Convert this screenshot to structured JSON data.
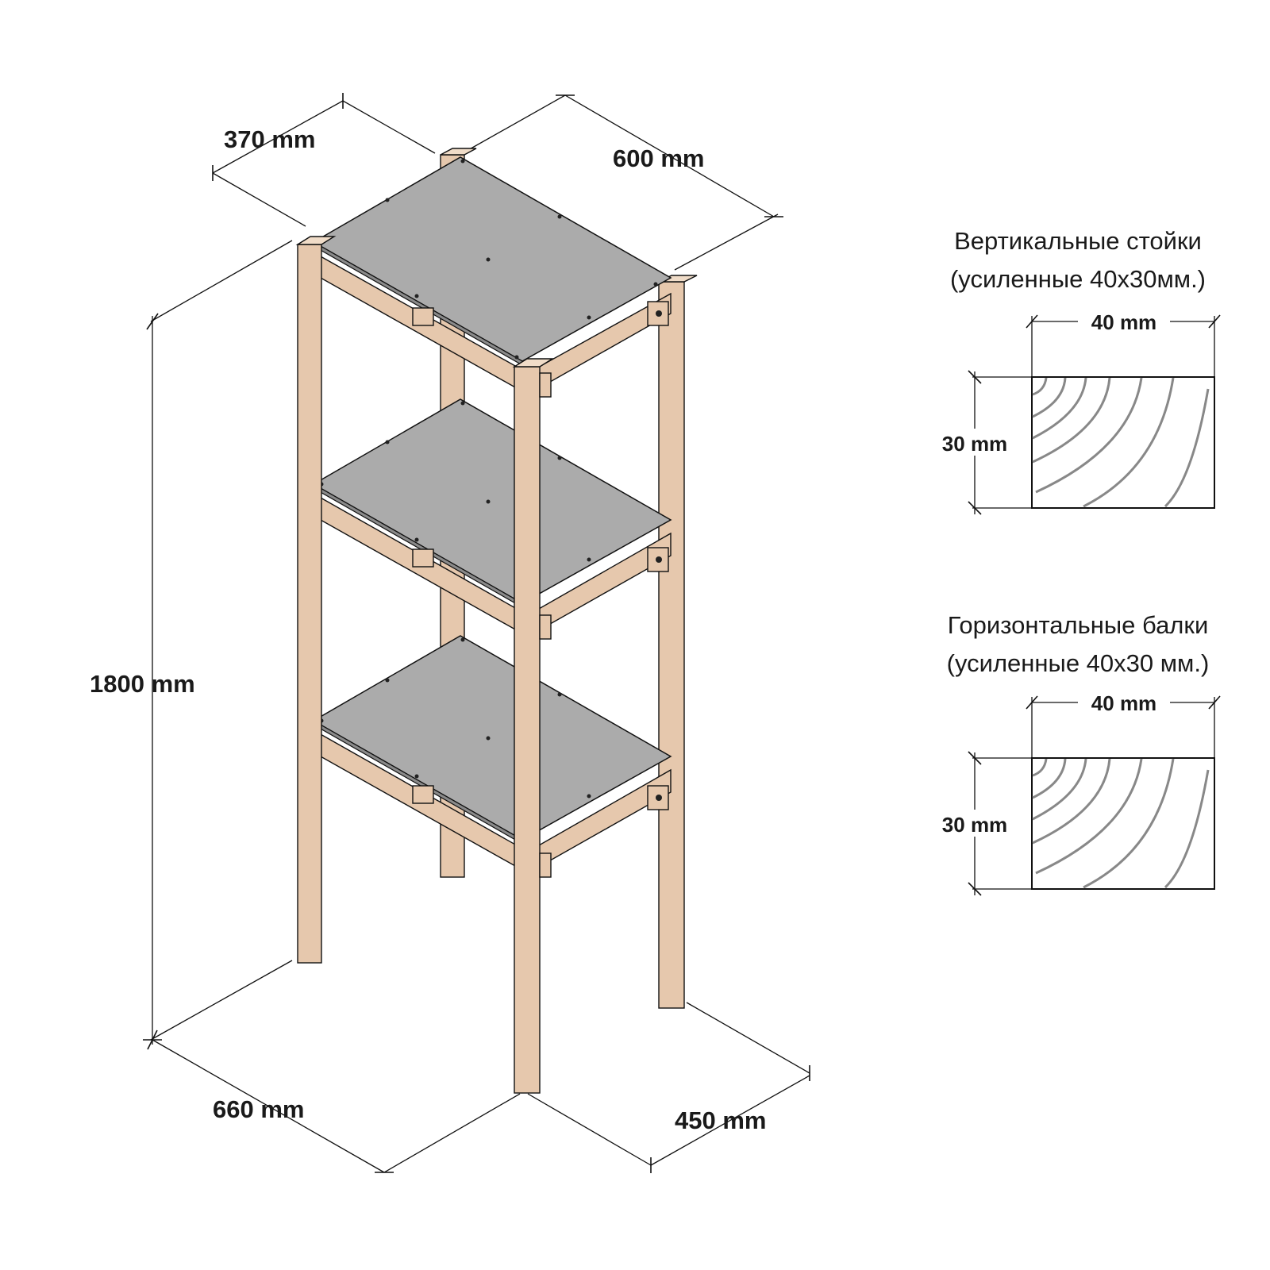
{
  "dimensions": {
    "depth_top": "370 mm",
    "width_top": "600 mm",
    "height": "1800 mm",
    "width_bottom": "660 mm",
    "depth_bottom": "450 mm"
  },
  "sections": [
    {
      "title": "Вертикальные стойки",
      "subtitle": "(усиленные 40х30мм.)",
      "width_label": "40 mm",
      "height_label": "30 mm"
    },
    {
      "title": "Горизонтальные балки",
      "subtitle": "(усиленные 40х30 мм.)",
      "width_label": "40 mm",
      "height_label": "30 mm"
    }
  ],
  "colors": {
    "wood": "#e6c8ad",
    "shelf": "#ababab",
    "line": "#111111"
  }
}
